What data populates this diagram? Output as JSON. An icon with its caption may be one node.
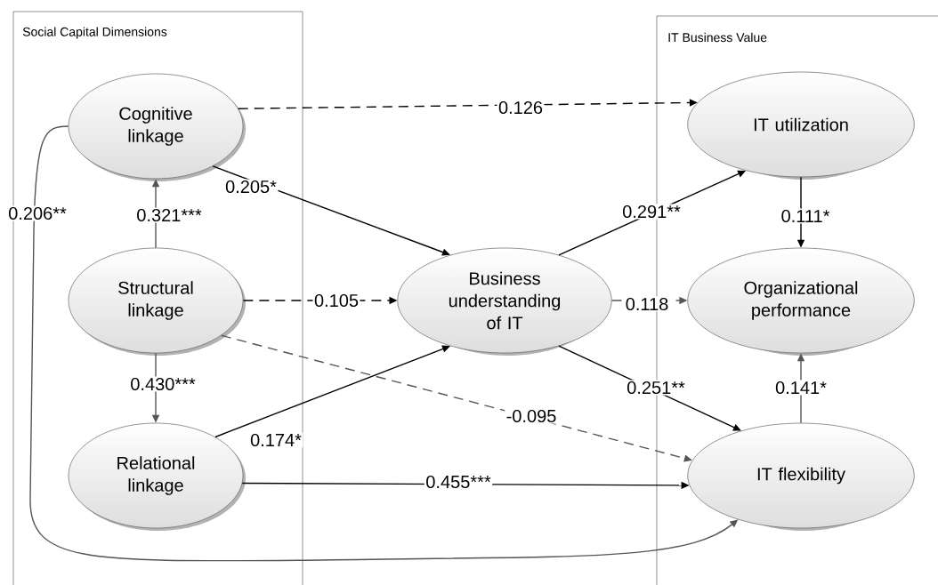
{
  "diagram": {
    "nodes": [
      {
        "text": [
          "Social Capital Dimensions"
        ]
      },
      {
        "text": [
          "Cognitive linkage"
        ],
        "in": 0
      },
      {
        "text": [
          "Structural linkage"
        ],
        "in": 0
      },
      {
        "text": [
          "Relational linkage"
        ],
        "in": 0
      },
      {
        "text": [
          "Business understanding of IT"
        ]
      },
      {
        "text": [
          "IT Business Value"
        ]
      },
      {
        "text": [
          "IT utilization"
        ],
        "in": 5
      },
      {
        "text": [
          "Organizational performance"
        ],
        "in": 5
      },
      {
        "text": [
          "IT flexibility"
        ],
        "in": 5
      }
    ],
    "edges": [
      {
        "from": 1,
        "to": 6,
        "arrow": "to",
        "label": "0.126",
        "style": "dashed"
      },
      {
        "from": 1,
        "to": 4,
        "arrow": "to",
        "label": "0.205*"
      },
      {
        "from": 2,
        "to": 1,
        "arrow": "to",
        "label": "0.321***",
        "color": "#555555"
      },
      {
        "from": 2,
        "to": 4,
        "arrow": "to",
        "label": "0.105",
        "style": "dashed"
      },
      {
        "from": 2,
        "to": 8,
        "arrow": "to",
        "label": "-0.095",
        "style": "dashed",
        "color": "#555555"
      },
      {
        "from": 2,
        "to": 3,
        "arrow": "to",
        "label": "0.430***",
        "color": "#555555"
      },
      {
        "from": 3,
        "to": 4,
        "arrow": "to",
        "label": "0.174*"
      },
      {
        "from": 3,
        "to": 8,
        "arrow": "to",
        "label": "0.455***"
      },
      {
        "from": 1,
        "to": 8,
        "arrow": "to",
        "label": "0.206**",
        "color": "#555555"
      },
      {
        "from": 4,
        "to": 6,
        "arrow": "to",
        "label": "0.291**"
      },
      {
        "from": 4,
        "to": 7,
        "arrow": "to",
        "label": "0.118",
        "style": "dashed",
        "color": "#555555"
      },
      {
        "from": 4,
        "to": 8,
        "arrow": "to",
        "label": "0.251**"
      },
      {
        "from": 6,
        "to": 7,
        "arrow": "to",
        "label": "0.111*"
      },
      {
        "from": 8,
        "to": 7,
        "arrow": "to",
        "label": "0.141*",
        "color": "#555555"
      }
    ]
  }
}
